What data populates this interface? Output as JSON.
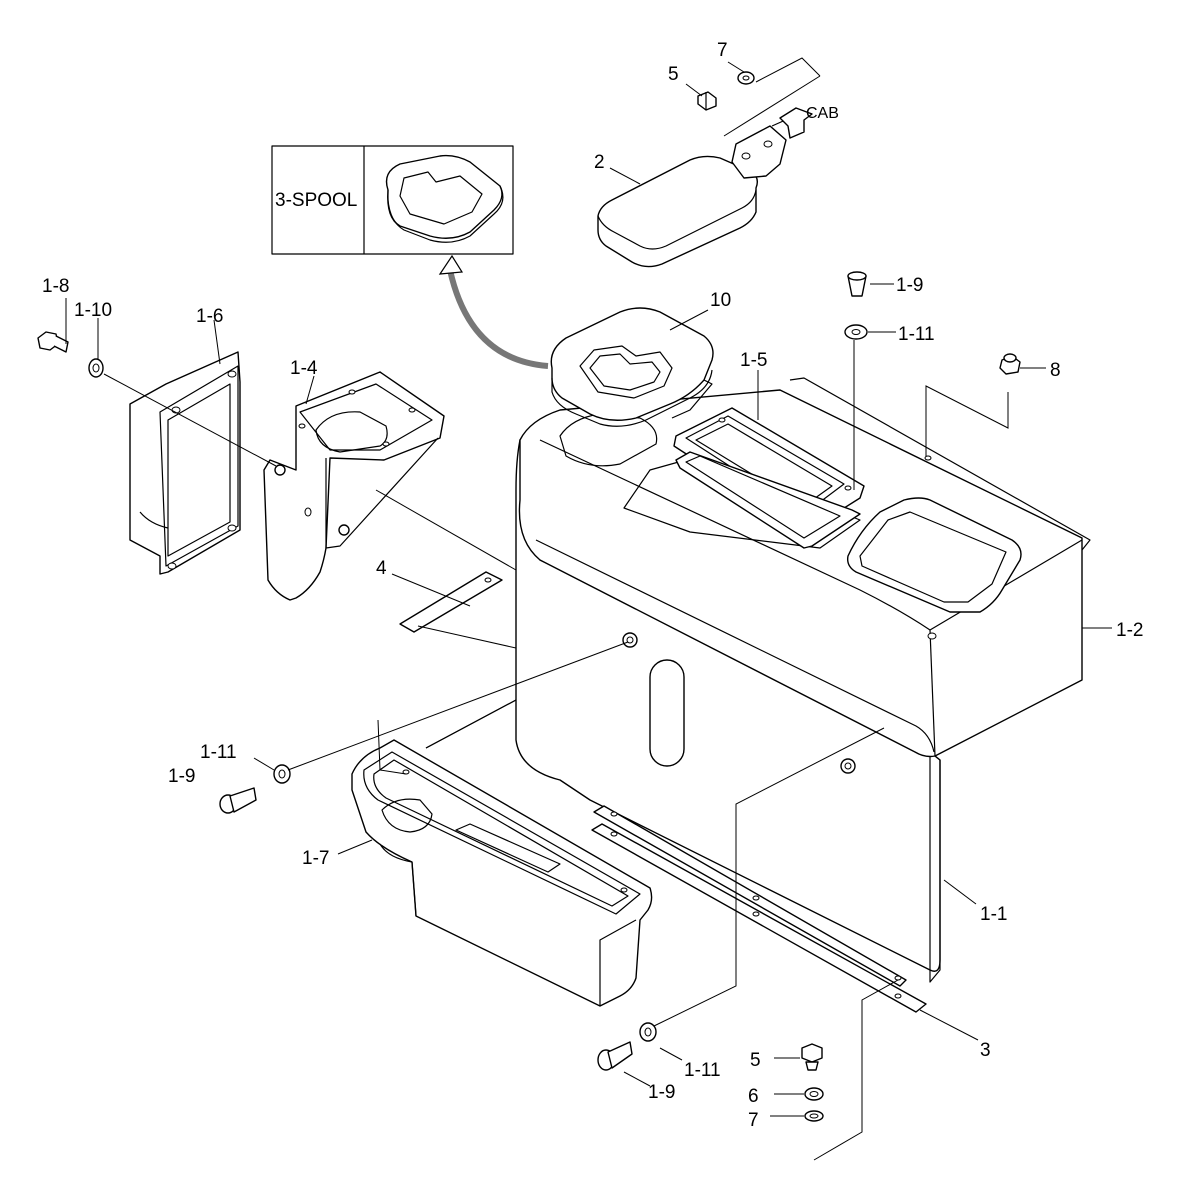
{
  "inset": {
    "label": "3-SPOOL"
  },
  "direction": {
    "label": "CAB"
  },
  "callouts": [
    {
      "id": "c-7-top",
      "text": "7"
    },
    {
      "id": "c-5-top",
      "text": "5"
    },
    {
      "id": "c-2",
      "text": "2"
    },
    {
      "id": "c-10",
      "text": "10"
    },
    {
      "id": "c-1-9-top",
      "text": "1-9"
    },
    {
      "id": "c-1-11-top",
      "text": "1-11"
    },
    {
      "id": "c-8",
      "text": "8"
    },
    {
      "id": "c-1-5",
      "text": "1-5"
    },
    {
      "id": "c-1-8",
      "text": "1-8"
    },
    {
      "id": "c-1-10",
      "text": "1-10"
    },
    {
      "id": "c-1-6",
      "text": "1-6"
    },
    {
      "id": "c-1-4",
      "text": "1-4"
    },
    {
      "id": "c-4",
      "text": "4"
    },
    {
      "id": "c-1-2",
      "text": "1-2"
    },
    {
      "id": "c-1-11-left",
      "text": "1-11"
    },
    {
      "id": "c-1-9-left",
      "text": "1-9"
    },
    {
      "id": "c-1-7",
      "text": "1-7"
    },
    {
      "id": "c-1-1",
      "text": "1-1"
    },
    {
      "id": "c-3",
      "text": "3"
    },
    {
      "id": "c-5-bot",
      "text": "5"
    },
    {
      "id": "c-1-11-bot",
      "text": "1-11"
    },
    {
      "id": "c-6",
      "text": "6"
    },
    {
      "id": "c-1-9-bot",
      "text": "1-9"
    },
    {
      "id": "c-7-bot",
      "text": "7"
    }
  ]
}
